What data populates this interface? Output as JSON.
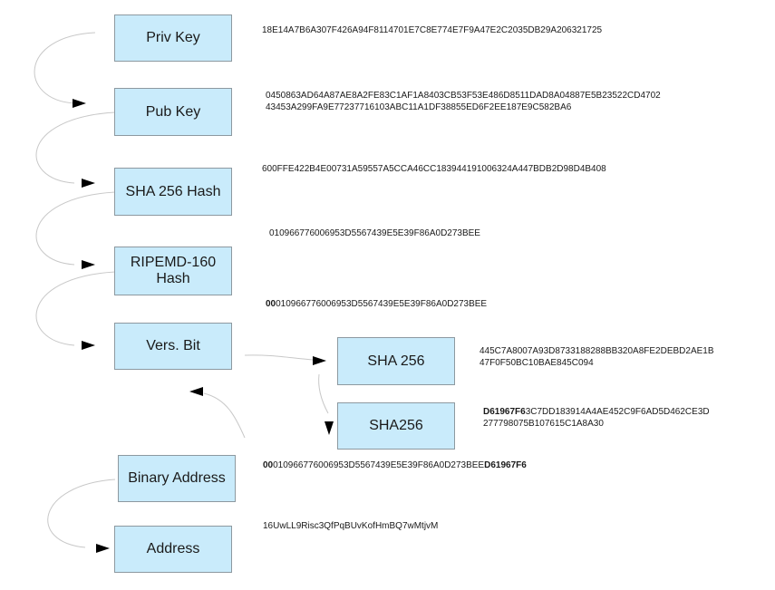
{
  "steps": {
    "priv_key": "Priv Key",
    "pub_key": "Pub Key",
    "sha256_hash": "SHA 256 Hash",
    "ripemd_line1": "RIPEMD-160",
    "ripemd_line2": "Hash",
    "vers_bit": "Vers. Bit",
    "sha256_a": "SHA 256",
    "sha256_b": "SHA256",
    "binary_address": "Binary Address",
    "address": "Address"
  },
  "values": {
    "priv_key": "18E14A7B6A307F426A94F8114701E7C8E774E7F9A47E2C2035DB29A206321725",
    "pub_key_line1": "0450863AD64A87AE8A2FE83C1AF1A8403CB53F53E486D8511DAD8A04887E5B23522CD4702",
    "pub_key_line2": "43453A299FA9E77237716103ABC11A1DF38855ED6F2EE187E9C582BA6",
    "sha256": "600FFE422B4E00731A59557A5CCA46CC183944191006324A447BDB2D98D4B408",
    "ripemd160": "010966776006953D5567439E5E39F86A0D273BEE",
    "version_prefix": "00",
    "versioned_rest": "010966776006953D5567439E5E39F86A0D273BEE",
    "sha256_a_line1": "445C7A8007A93D8733188288BB320A8FE2DEBD2AE1B",
    "sha256_a_line2": "47F0F50BC10BAE845C094",
    "checksum": "D61967F6",
    "sha256_b_rest_line1": "3C7DD183914A4AE452C9F6AD5D462CE3D",
    "sha256_b_line2": "277798075B107615C1A8A30",
    "binary_prefix": "00",
    "binary_middle": "010966776006953D5567439E5E39F86A0D273BEE",
    "binary_checksum": "D61967F6",
    "address": "16UwLL9Risc3QfPqBUvKofHmBQ7wMtjvM"
  },
  "colors": {
    "box_fill": "#c9ebfb",
    "box_border": "#8d99a0",
    "connector": "#c8c8c8",
    "arrowhead": "#000000"
  }
}
